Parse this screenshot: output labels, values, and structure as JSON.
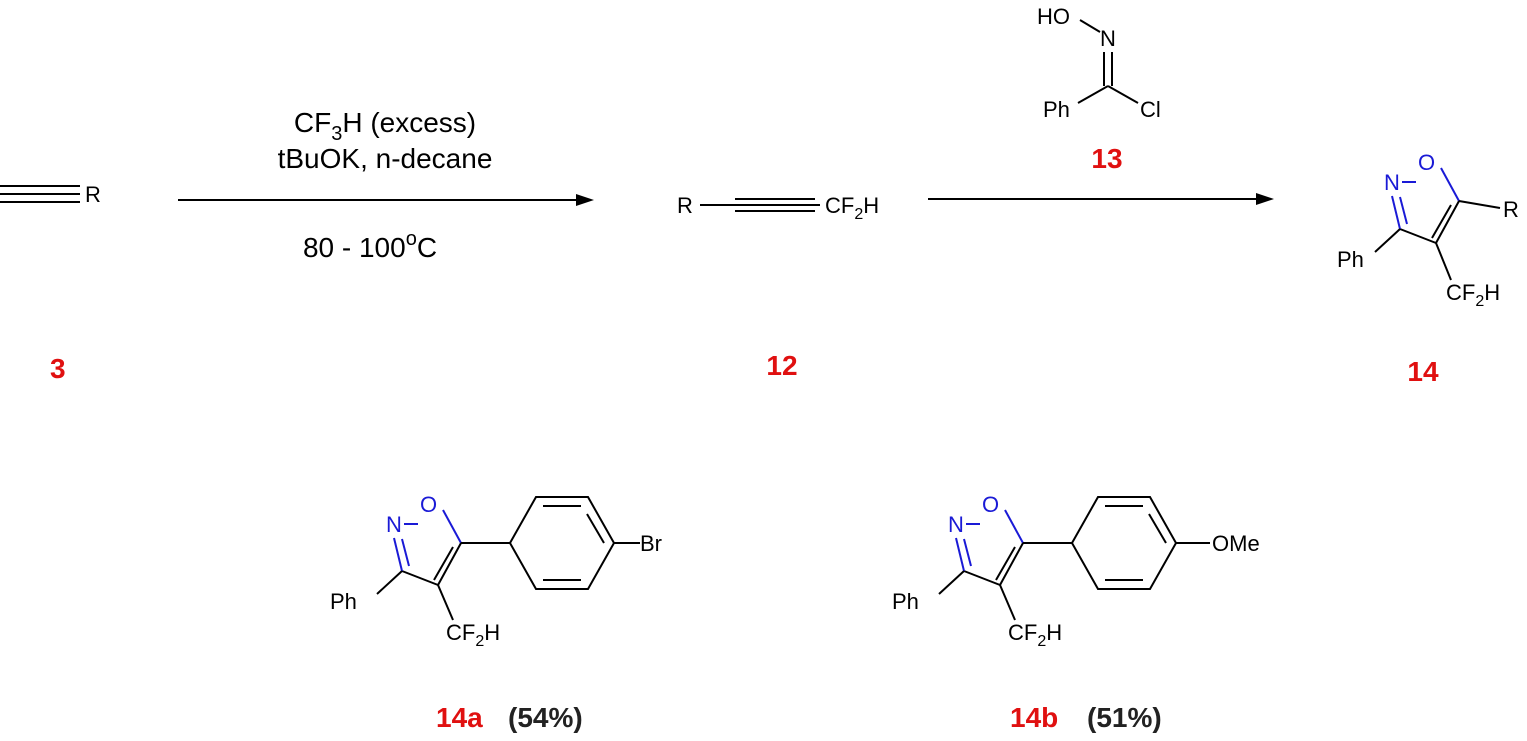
{
  "colors": {
    "compound_label": "#e01010",
    "heteroatom": "#1a1ad6",
    "bond": "#000000",
    "yield_text": "#222222"
  },
  "step1": {
    "reagent_line1": "CF3H (excess)",
    "reagent_line2": "tBuOK, n-decane",
    "temperature": "80 - 100oC"
  },
  "compounds": {
    "c3": {
      "id": "3",
      "substituent": "R"
    },
    "c12": {
      "id": "12",
      "left": "R",
      "right": "CF2H"
    },
    "c13": {
      "id": "13",
      "ho": "HO",
      "n": "N",
      "ph": "Ph",
      "cl": "Cl"
    },
    "c14": {
      "id": "14",
      "n": "N",
      "o": "O",
      "r": "R",
      "ph": "Ph",
      "cf2h": "CF2H"
    },
    "c14a": {
      "id": "14a",
      "yield": "(54%)",
      "n": "N",
      "o": "O",
      "ph": "Ph",
      "cf2h": "CF2H",
      "para": "Br"
    },
    "c14b": {
      "id": "14b",
      "yield": "(51%)",
      "n": "N",
      "o": "O",
      "ph": "Ph",
      "cf2h": "CF2H",
      "para": "OMe"
    }
  }
}
